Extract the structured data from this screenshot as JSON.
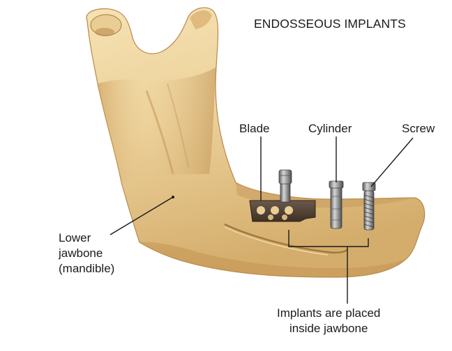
{
  "title": "ENDOSSEOUS IMPLANTS",
  "labels": {
    "blade": "Blade",
    "cylinder": "Cylinder",
    "screw": "Screw",
    "lower_jawbone": [
      "Lower",
      "jawbone",
      "(mandible)"
    ],
    "implants_placement": [
      "Implants are placed",
      "inside jawbone"
    ]
  },
  "colors": {
    "bone_light": "#f2dcaa",
    "bone_mid": "#ddb777",
    "bone_dark": "#a87a3e",
    "implant_metal": "#8e8e8e",
    "leader_line": "#1a1a1a"
  }
}
